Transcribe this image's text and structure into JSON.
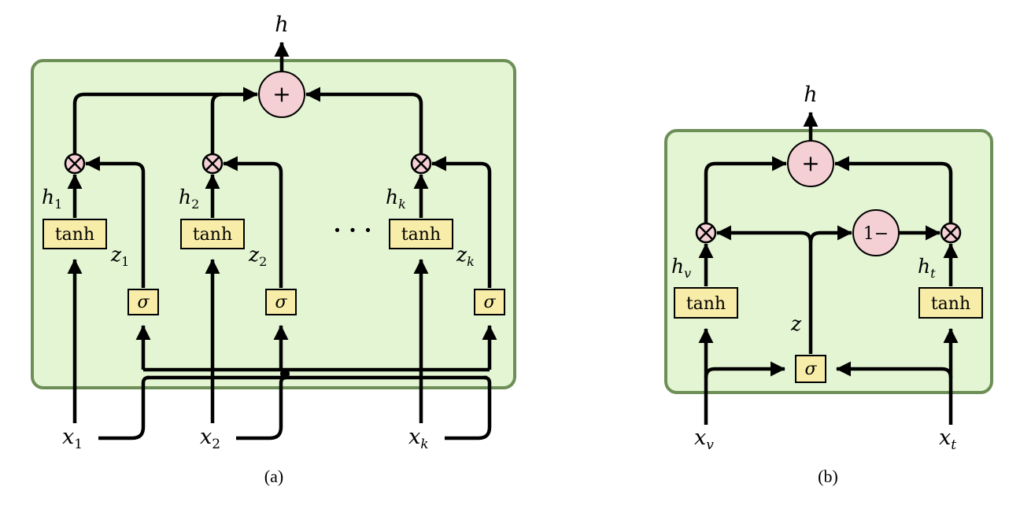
{
  "panel_a": {
    "output": "h",
    "sum_op": "+",
    "activation": "tanh",
    "gate": "σ",
    "ellipsis": "· · ·",
    "hidden_labels": [
      {
        "base": "h",
        "sub": "1"
      },
      {
        "base": "h",
        "sub": "2"
      },
      {
        "base": "h",
        "sub": "k"
      }
    ],
    "gate_labels": [
      {
        "base": "z",
        "sub": "1"
      },
      {
        "base": "z",
        "sub": "2"
      },
      {
        "base": "z",
        "sub": "k"
      }
    ],
    "inputs": [
      {
        "base": "x",
        "sub": "1"
      },
      {
        "base": "x",
        "sub": "2"
      },
      {
        "base": "x",
        "sub": "k"
      }
    ],
    "caption": "(a)"
  },
  "panel_b": {
    "output": "h",
    "sum_op": "+",
    "one_minus": "1−",
    "activation": "tanh",
    "gate": "σ",
    "gate_label": "z",
    "hidden_labels": [
      {
        "base": "h",
        "sub": "v"
      },
      {
        "base": "h",
        "sub": "t"
      }
    ],
    "inputs": [
      {
        "base": "x",
        "sub": "v"
      },
      {
        "base": "x",
        "sub": "t"
      }
    ],
    "caption": "(b)"
  },
  "colors": {
    "background_box": "#e3f5d3",
    "box_border": "#6e8e57",
    "operator_fill": "#f4cfd4",
    "block_fill": "#f8eda8"
  }
}
